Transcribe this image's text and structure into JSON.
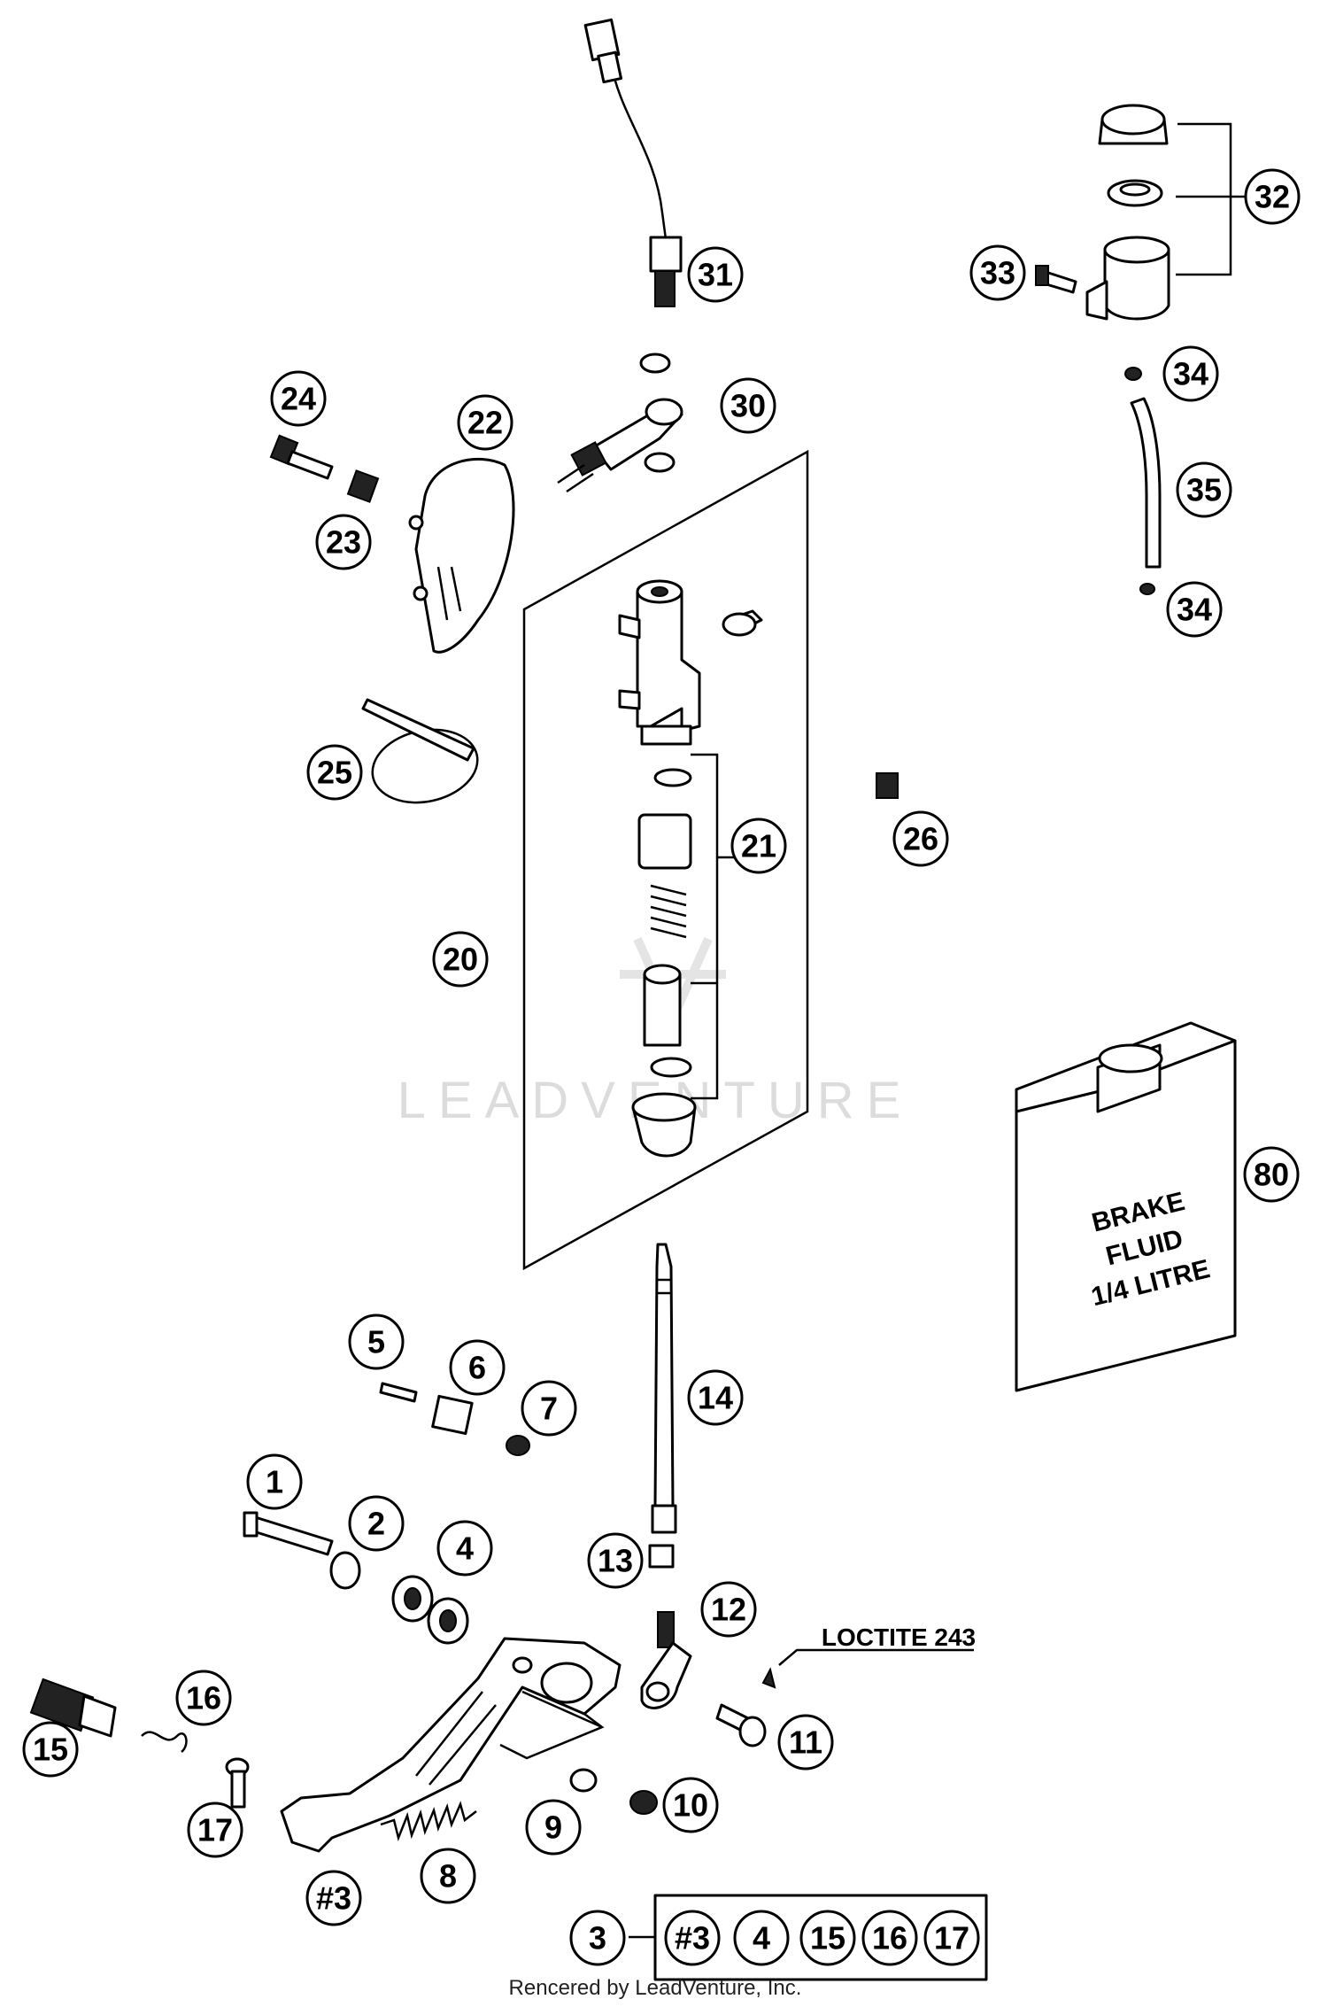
{
  "callouts": [
    {
      "id": "c31",
      "label": "31"
    },
    {
      "id": "c30",
      "label": "30"
    },
    {
      "id": "c24",
      "label": "24"
    },
    {
      "id": "c22",
      "label": "22"
    },
    {
      "id": "c23",
      "label": "23"
    },
    {
      "id": "c25",
      "label": "25"
    },
    {
      "id": "c21",
      "label": "21"
    },
    {
      "id": "c20",
      "label": "20"
    },
    {
      "id": "c26",
      "label": "26"
    },
    {
      "id": "c32",
      "label": "32"
    },
    {
      "id": "c33",
      "label": "33"
    },
    {
      "id": "c34a",
      "label": "34"
    },
    {
      "id": "c35",
      "label": "35"
    },
    {
      "id": "c34b",
      "label": "34"
    },
    {
      "id": "c80",
      "label": "80"
    },
    {
      "id": "c5",
      "label": "5"
    },
    {
      "id": "c6",
      "label": "6"
    },
    {
      "id": "c7",
      "label": "7"
    },
    {
      "id": "c14",
      "label": "14"
    },
    {
      "id": "c1",
      "label": "1"
    },
    {
      "id": "c2",
      "label": "2"
    },
    {
      "id": "c4",
      "label": "4"
    },
    {
      "id": "c13",
      "label": "13"
    },
    {
      "id": "c12",
      "label": "12"
    },
    {
      "id": "c11",
      "label": "11"
    },
    {
      "id": "c16",
      "label": "16"
    },
    {
      "id": "c15",
      "label": "15"
    },
    {
      "id": "c17",
      "label": "17"
    },
    {
      "id": "c9",
      "label": "9"
    },
    {
      "id": "c10",
      "label": "10"
    },
    {
      "id": "c8",
      "label": "8"
    },
    {
      "id": "c3sub",
      "label": "#3"
    },
    {
      "id": "c3",
      "label": "3"
    },
    {
      "id": "k3",
      "label": "#3"
    },
    {
      "id": "k4",
      "label": "4"
    },
    {
      "id": "k15",
      "label": "15"
    },
    {
      "id": "k16",
      "label": "16"
    },
    {
      "id": "k17",
      "label": "17"
    }
  ],
  "labels": {
    "loctite": "LOCTITE 243",
    "fluid_line1": "BRAKE",
    "fluid_line2": "FLUID",
    "fluid_line3": "1/4 LITRE",
    "watermark": "LEADVENTURE",
    "footer": "Rencered by LeadVenture, Inc."
  }
}
